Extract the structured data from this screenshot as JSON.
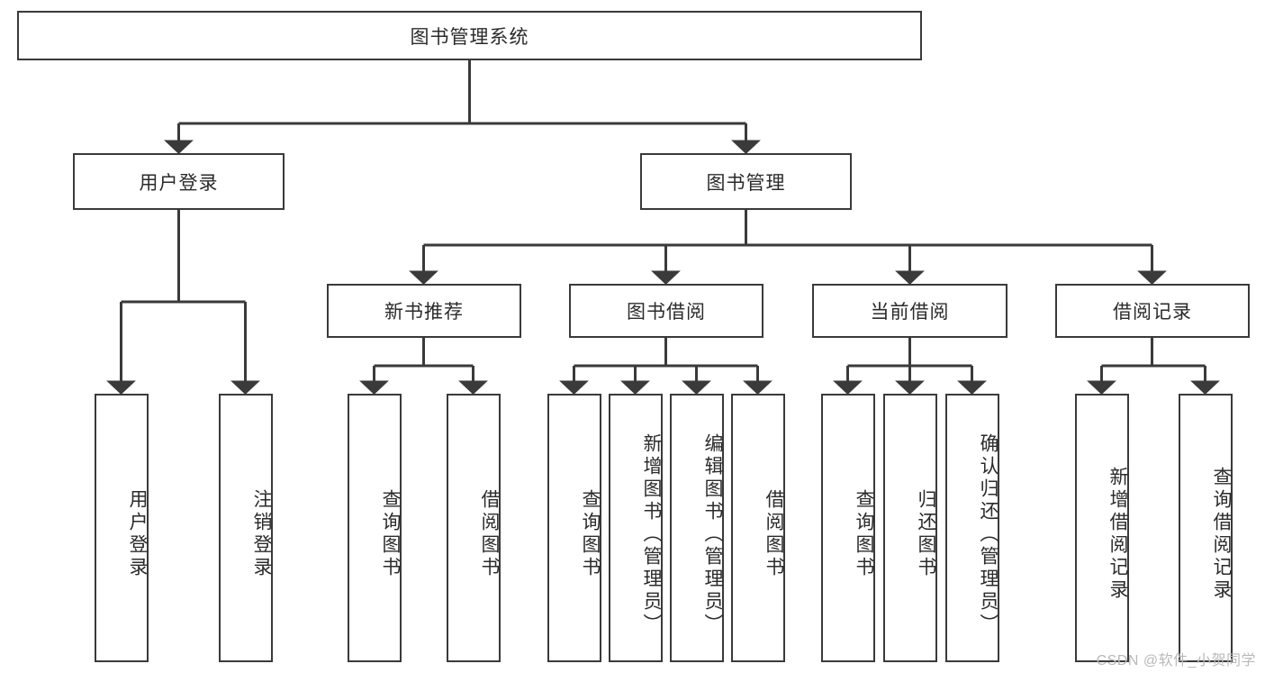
{
  "diagram": {
    "title": "图书管理系统",
    "type": "tree-hierarchy",
    "orientation": "top-down",
    "colors": {
      "node_border": "#3a3a3a",
      "node_fill": "#ffffff",
      "edge": "#3a3a3a",
      "text": "#2b2b2b",
      "watermark": "#b9b9b9",
      "background": "#ffffff"
    }
  },
  "watermark": {
    "text": "CSDN @软件_小贺同学"
  },
  "nodes": {
    "root": {
      "label": "图书管理系统"
    },
    "level2": [
      {
        "id": "user-login",
        "label": "用户登录"
      },
      {
        "id": "book-manage",
        "label": "图书管理"
      }
    ],
    "level3": [
      {
        "id": "new-book-recommend",
        "label": "新书推荐"
      },
      {
        "id": "book-borrow",
        "label": "图书借阅"
      },
      {
        "id": "current-borrow",
        "label": "当前借阅"
      },
      {
        "id": "borrow-record",
        "label": "借阅记录"
      }
    ],
    "leaves": [
      {
        "id": "leaf-user-login",
        "label": "用户登录",
        "parent": "user-login"
      },
      {
        "id": "leaf-logout-login",
        "label": "注销登录",
        "parent": "user-login"
      },
      {
        "id": "leaf-query-book-1",
        "label": "查询图书",
        "parent": "new-book-recommend"
      },
      {
        "id": "leaf-borrow-book-1",
        "label": "借阅图书",
        "parent": "new-book-recommend"
      },
      {
        "id": "leaf-query-book-2",
        "label": "查询图书",
        "parent": "book-borrow"
      },
      {
        "id": "leaf-add-book",
        "label": "新增图书（管理员）",
        "parent": "book-borrow"
      },
      {
        "id": "leaf-edit-book",
        "label": "编辑图书（管理员）",
        "parent": "book-borrow"
      },
      {
        "id": "leaf-borrow-book-2",
        "label": "借阅图书",
        "parent": "book-borrow"
      },
      {
        "id": "leaf-query-book-3",
        "label": "查询图书",
        "parent": "current-borrow"
      },
      {
        "id": "leaf-return-book",
        "label": "归还图书",
        "parent": "current-borrow"
      },
      {
        "id": "leaf-confirm-return",
        "label": "确认归还（管理员）",
        "parent": "current-borrow"
      },
      {
        "id": "leaf-add-record",
        "label": "新增借阅记录",
        "parent": "borrow-record"
      },
      {
        "id": "leaf-query-record",
        "label": "查询借阅记录",
        "parent": "borrow-record"
      }
    ]
  }
}
